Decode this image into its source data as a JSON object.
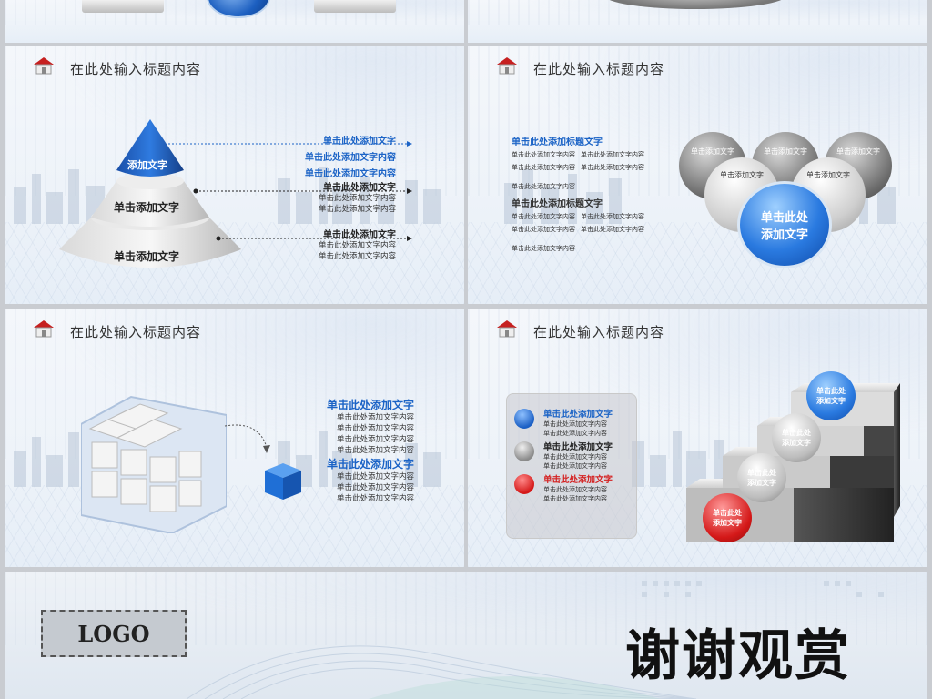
{
  "slide_title": "在此处输入标题内容",
  "pyramid": {
    "top_label": "添加文字",
    "mid_label": "单击添加文字",
    "bottom_label": "单击添加文字",
    "right_title": "单击此处添加文字",
    "right_sub1": "单击此处添加文字内容",
    "right_sub2": "单击此处添加文字内容",
    "mid_title": "单击此处添加文字",
    "mid_lines": [
      "单击此处添加文字内容",
      "单击此处添加文字内容"
    ],
    "low_title": "单击此处添加文字",
    "low_lines": [
      "单击此处添加文字内容",
      "单击此处添加文字内容"
    ]
  },
  "spheres": {
    "heading1": "单击此处添加标题文字",
    "heading2": "单击此处添加标题文字",
    "content_line": "单击此处添加文字内容",
    "sphere_labels": [
      "单击添加文字",
      "单击添加文字",
      "单击添加文字",
      "单击添加文字",
      "单击添加文字"
    ],
    "main_sphere": "单击此处添加文字"
  },
  "cube": {
    "title1": "单击此处添加文字",
    "title2": "单击此处添加文字",
    "line": "单击此处添加文字内容"
  },
  "stairs": {
    "items": [
      {
        "title": "单击此处添加文字",
        "color": "#1b63c6"
      },
      {
        "title": "单击此处添加文字",
        "color": "#222222"
      },
      {
        "title": "单击此处添加文字",
        "color": "#d42020"
      }
    ],
    "line": "单击此处添加文字内容",
    "ball_labels": [
      "单击此处添加文字",
      "单击此处添加文字",
      "单击此处添加文字",
      "单击此处添加文字"
    ]
  },
  "end": {
    "logo": "LOGO",
    "thanks": "谢谢观赏"
  }
}
